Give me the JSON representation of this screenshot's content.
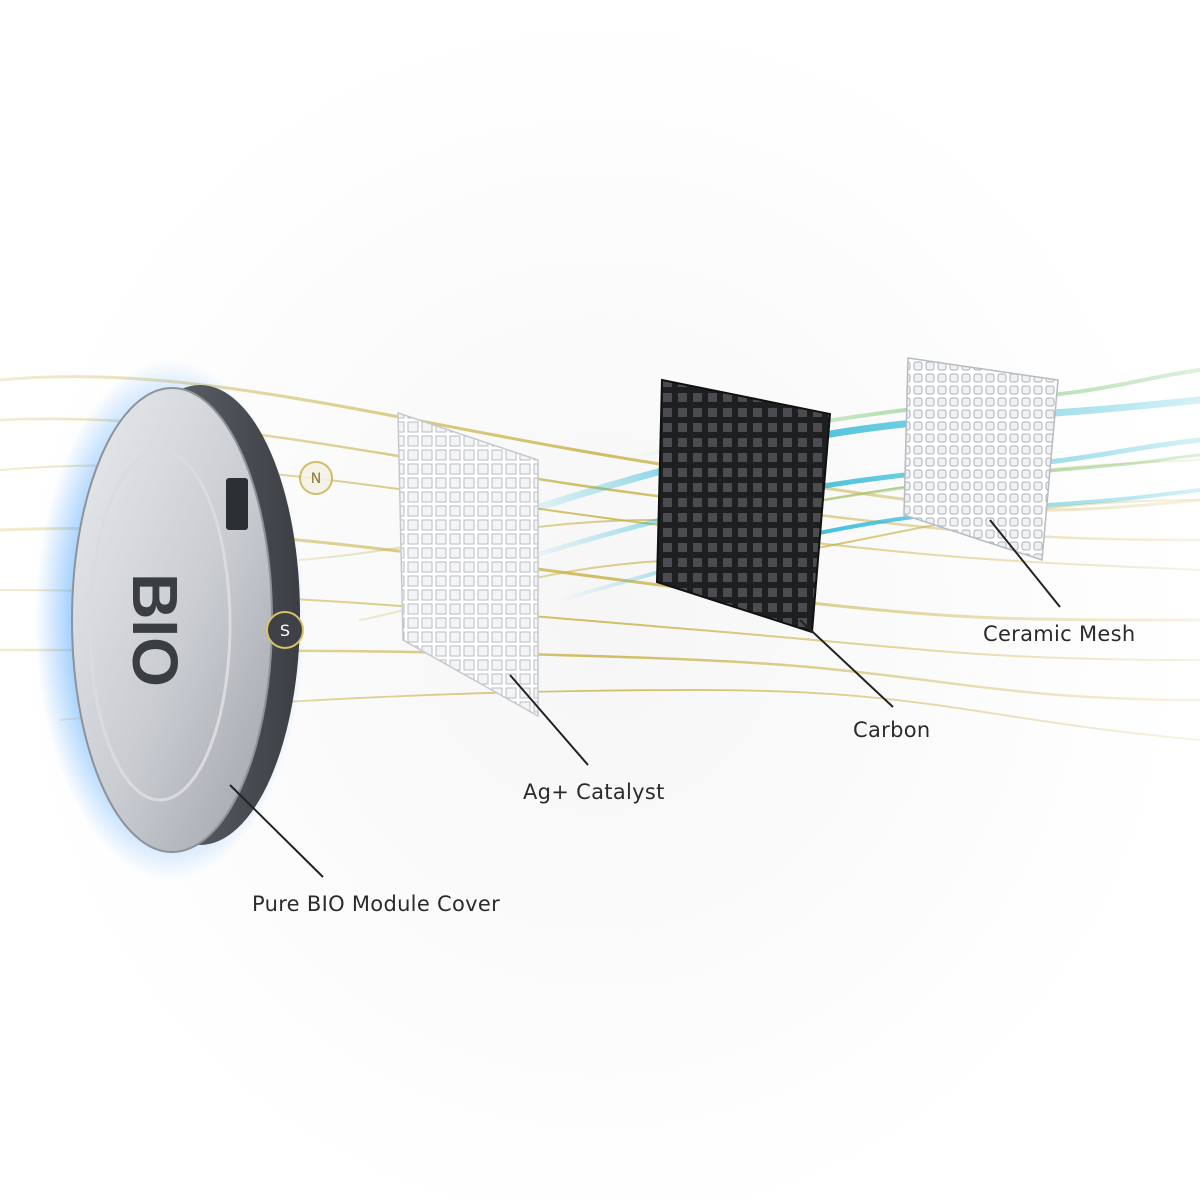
{
  "diagram": {
    "labels": {
      "cover": "Pure BIO Module Cover",
      "ag_catalyst": "Ag+ Catalyst",
      "carbon": "Carbon",
      "ceramic_mesh": "Ceramic Mesh"
    },
    "module_logo": "BIO",
    "pole_badges": {
      "north": "N",
      "south": "S"
    },
    "colors": {
      "glow": "#4aa3ff",
      "gold_flow": "#c9b34a",
      "cyan_flow": "#2fb9d6",
      "green_flow": "#8fcf8a",
      "carbon": "#222222",
      "mesh": "#c9cdd2"
    }
  }
}
